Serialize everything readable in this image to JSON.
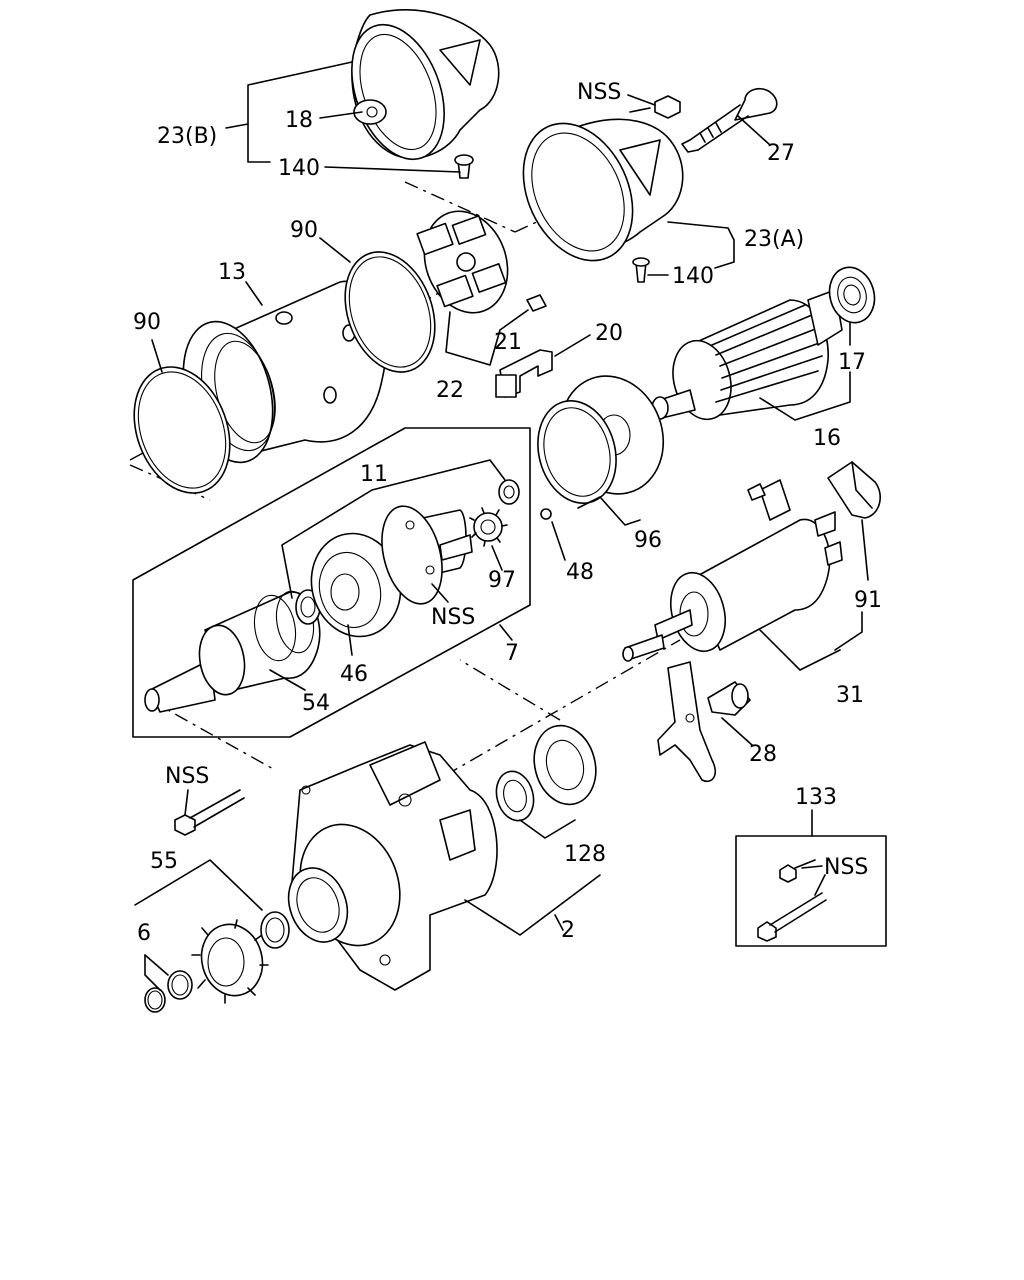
{
  "labels": {
    "p23b": "23(B)",
    "p18": "18",
    "p140a": "140",
    "nss_top": "NSS",
    "p27": "27",
    "p23a": "23(A)",
    "p140b": "140",
    "p90a": "90",
    "p13": "13",
    "p90b": "90",
    "p21": "21",
    "p20": "20",
    "p22": "22",
    "p17": "17",
    "p16": "16",
    "p11": "11",
    "p97": "97",
    "nss_mid": "NSS",
    "p48": "48",
    "p96": "96",
    "p46": "46",
    "p54": "54",
    "p7": "7",
    "p91": "91",
    "p31": "31",
    "p28": "28",
    "nss_bolt": "NSS",
    "p55": "55",
    "p128": "128",
    "p133": "133",
    "nss_box": "NSS",
    "p6": "6",
    "p2": "2"
  }
}
